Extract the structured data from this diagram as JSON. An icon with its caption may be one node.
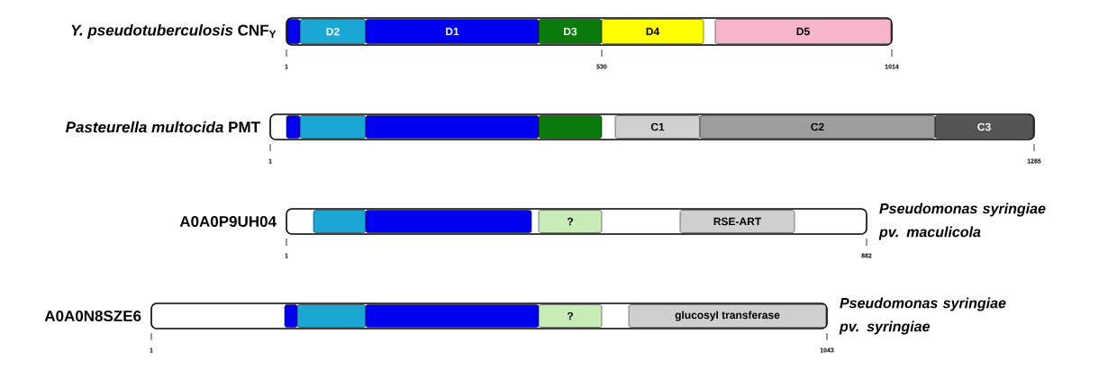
{
  "diagram": {
    "nodes": [
      {
        "text": [
          "*Y. pseudotuberculosis* CNF$_{Y}$"
        ]
      },
      {
        "text": [],
        "shape": "box",
        "in": 0
      },
      {
        "text": [
          "D2"
        ],
        "in": 0
      },
      {
        "text": [
          "D1"
        ],
        "in": 0
      },
      {
        "text": [
          "D3"
        ],
        "in": 0
      },
      {
        "text": [
          "D4"
        ],
        "in": 0
      },
      {
        "text": [
          "D5"
        ],
        "in": 0
      },
      {
        "text": [
          "*Pasteurella multocida* PMT"
        ]
      },
      {
        "text": [],
        "shape": "box",
        "in": 7
      },
      {
        "text": [],
        "shape": "box",
        "in": 7
      },
      {
        "text": [],
        "shape": "box",
        "in": 7
      },
      {
        "text": [],
        "shape": "box",
        "in": 7
      },
      {
        "text": [
          "C1"
        ],
        "in": 7
      },
      {
        "text": [
          "C2"
        ],
        "in": 7
      },
      {
        "text": [
          "C3"
        ],
        "in": 7
      },
      {
        "text": [
          "A0A0P9UH04"
        ],
        "beside": [
          "Pseudomonas syringiae pv. maculicola"
        ]
      },
      {
        "text": [],
        "shape": "box",
        "in": 15
      },
      {
        "text": [],
        "shape": "box",
        "in": 15
      },
      {
        "text": [
          "?"
        ],
        "in": 15
      },
      {
        "text": [
          "RSE-ART"
        ],
        "in": 15
      },
      {
        "text": [
          "A0A0N8SZE6"
        ],
        "beside": [
          "Pseudomonas syringiae pv. syringiae"
        ]
      },
      {
        "text": [],
        "shape": "box",
        "in": 20
      },
      {
        "text": [],
        "shape": "box",
        "in": 20
      },
      {
        "text": [],
        "shape": "box",
        "in": 20
      },
      {
        "text": [
          "?"
        ],
        "in": 20
      },
      {
        "text": [
          "glucosyl transferase"
        ],
        "in": 20
      }
    ],
    "labels": [
      "1",
      "530",
      "1014",
      "1",
      "1285",
      "1",
      "882",
      "1",
      "1043"
    ]
  }
}
